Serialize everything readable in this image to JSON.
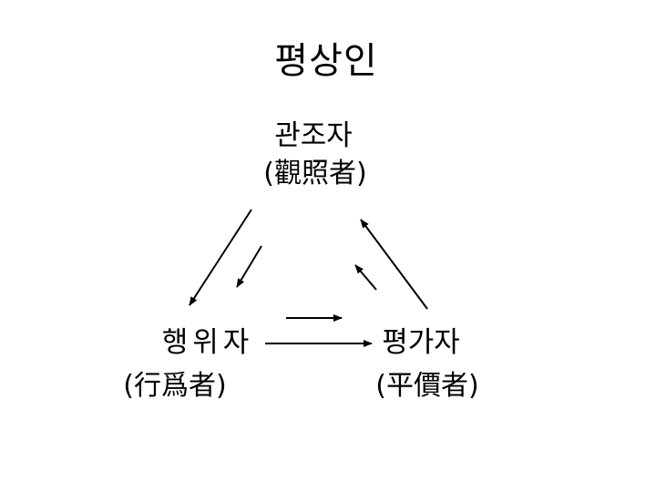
{
  "page": {
    "background_color": "#ffffff",
    "ink_color": "#000000"
  },
  "diagram": {
    "title": "평상인",
    "nodes": {
      "observer": {
        "label_ko": "관조자",
        "label_hanja": "(觀照者)"
      },
      "actor": {
        "label_ko": "행위자",
        "label_hanja": "(行爲者)"
      },
      "evaluator": {
        "label_ko": "평가자",
        "label_hanja": "(平價者)"
      }
    },
    "arrows": [
      {
        "name": "observer-to-actor-long",
        "from": "observer",
        "to": "actor",
        "direction": "down-left",
        "length": "long"
      },
      {
        "name": "observer-to-actor-short",
        "from": "observer",
        "to": "actor",
        "direction": "down-left",
        "length": "short"
      },
      {
        "name": "evaluator-to-observer-long",
        "from": "evaluator",
        "to": "observer",
        "direction": "up-left",
        "length": "long"
      },
      {
        "name": "evaluator-to-observer-short",
        "from": "evaluator",
        "to": "observer",
        "direction": "up-left",
        "length": "short"
      },
      {
        "name": "actor-to-evaluator-short",
        "from": "actor",
        "to": "evaluator",
        "direction": "right",
        "length": "short"
      },
      {
        "name": "actor-to-evaluator-long",
        "from": "actor",
        "to": "evaluator",
        "direction": "right",
        "length": "long"
      }
    ]
  }
}
